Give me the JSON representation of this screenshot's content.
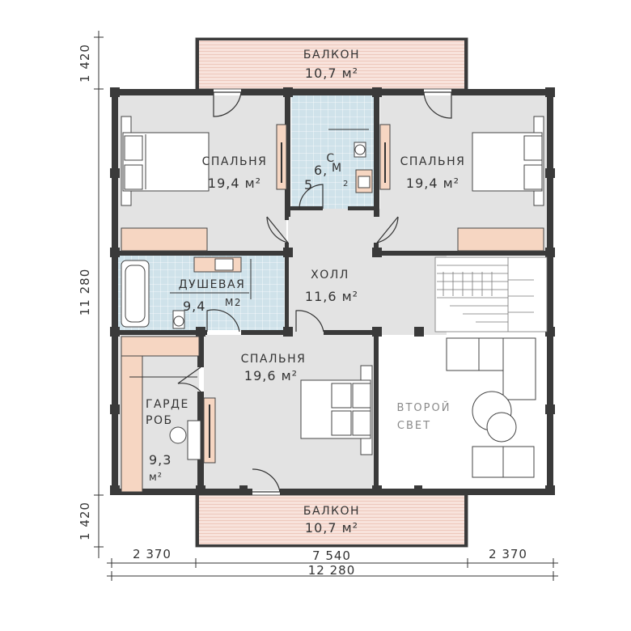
{
  "colors": {
    "wall": "#3a3a3a",
    "room_fill": "#e3e3e3",
    "tile": "#c8dde6",
    "balcony": "#f8e3dc",
    "furniture": "#f6d6c2",
    "stroke": "#555555"
  },
  "rooms": {
    "balcony_top": {
      "label": "БАЛКОН",
      "area": "10,7 м²"
    },
    "bedroom_left": {
      "label": "СПАЛЬНЯ",
      "area": "19,4 м²"
    },
    "wc": {
      "label": "С",
      "area_number": "6,",
      "area_unit": "М",
      "area_2": "5",
      "area_sup": "2"
    },
    "bedroom_right": {
      "label": "СПАЛЬНЯ",
      "area": "19,4 м²"
    },
    "shower": {
      "label": "ДУШЕВАЯ",
      "area": "9,4",
      "area_unit": "М2"
    },
    "hall": {
      "label": "ХОЛЛ",
      "area": "11,6 м²"
    },
    "bedroom_bottom": {
      "label": "СПАЛЬНЯ",
      "area": "19,6 м²"
    },
    "wardrobe": {
      "label_line1": "ГАРДЕ",
      "label_line2": "РОБ",
      "area": "9,3",
      "area_unit": "м²"
    },
    "second_light": {
      "line1": "ВТОРОЙ",
      "line2": "СВЕТ"
    },
    "balcony_bottom": {
      "label": "БАЛКОН",
      "area": "10,7 м²"
    }
  },
  "dimensions": {
    "left_top": "1 420",
    "left_mid": "11 280",
    "left_bottom": "1 420",
    "bottom_left": "2 370",
    "bottom_mid": "7 540",
    "bottom_right": "2 370",
    "bottom_total": "12 280"
  }
}
